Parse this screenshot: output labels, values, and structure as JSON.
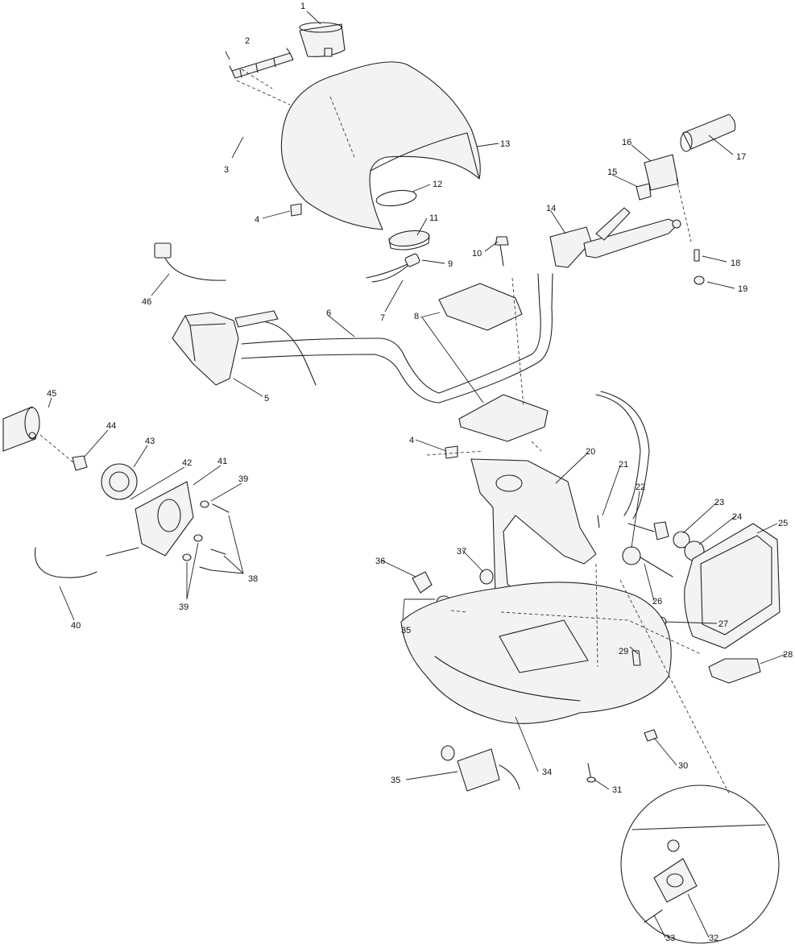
{
  "callouts": [
    "1",
    "2",
    "3",
    "4",
    "13",
    "12",
    "11",
    "9",
    "7",
    "10",
    "14",
    "15",
    "16",
    "17",
    "18",
    "19",
    "46",
    "6",
    "8",
    "5",
    "45",
    "44",
    "43",
    "42",
    "41",
    "39",
    "38",
    "39",
    "40",
    "4",
    "20",
    "21",
    "22",
    "23",
    "24",
    "25",
    "26",
    "27",
    "28",
    "36",
    "37",
    "35",
    "29",
    "30",
    "34",
    "35",
    "31",
    "33",
    "32"
  ]
}
